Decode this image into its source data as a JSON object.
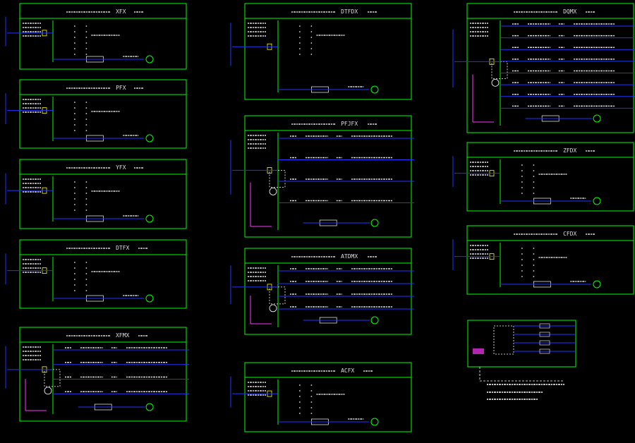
{
  "colors": {
    "background": "#000000",
    "frame": "#00ff00",
    "wire": "#2233ff",
    "text": "#dddddd",
    "label": "#ffffff",
    "accent": "#ff33ff",
    "yellow": "#ffff00"
  },
  "panels": [
    {
      "id": "p1",
      "title": "XFX",
      "circuits": 0
    },
    {
      "id": "p2",
      "title": "PFX",
      "circuits": 0
    },
    {
      "id": "p3",
      "title": "YFX",
      "circuits": 0
    },
    {
      "id": "p4",
      "title": "DTFX",
      "circuits": 0
    },
    {
      "id": "p5",
      "title": "XFMX",
      "circuits": 4
    },
    {
      "id": "p6",
      "title": "DTFDX",
      "circuits": 0
    },
    {
      "id": "p7",
      "title": "PFJFX",
      "circuits": 4
    },
    {
      "id": "p8",
      "title": "ATDMX",
      "circuits": 4
    },
    {
      "id": "p9",
      "title": "ACFX",
      "circuits": 0
    },
    {
      "id": "p10",
      "title": "DQMX",
      "circuits": 8
    },
    {
      "id": "p11",
      "title": "ZFDX",
      "circuits": 0
    },
    {
      "id": "p12",
      "title": "CFDX",
      "circuits": 0
    }
  ]
}
